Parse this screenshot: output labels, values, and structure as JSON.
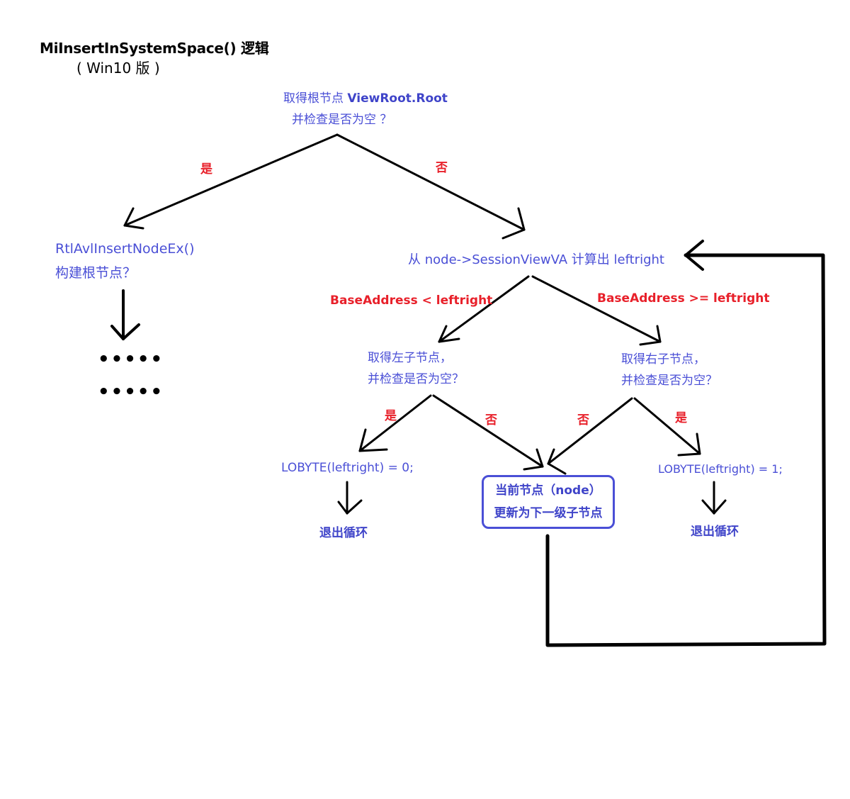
{
  "header": {
    "title": "MiInsertInSystemSpace() 逻辑",
    "subtitle": "( Win10 版 )"
  },
  "nodes": {
    "root_check": {
      "line1_prefix": "取得根节点 ",
      "line1_bold": "ViewRoot.Root",
      "line2": "并检查是否为空 ？"
    },
    "rtl_insert": {
      "line1": "RtlAvlInsertNodeEx()",
      "line2": "构建根节点？"
    },
    "ellipsis": [
      "•••••",
      "•••••"
    ],
    "compute_leftright": "从 node->SessionViewVA 计算出 leftright",
    "left_child": {
      "line1": "取得左子节点，",
      "line2": "并检查是否为空？"
    },
    "right_child": {
      "line1": "取得右子节点，",
      "line2": "并检查是否为空？"
    },
    "lobyte_0": "LOBYTE(leftright) = 0;",
    "lobyte_1": "LOBYTE(leftright) = 1;",
    "exit_loop_left": "退出循环",
    "exit_loop_right": "退出循环",
    "update_node": {
      "line1": "当前节点（node）",
      "line2": "更新为下一级子节点"
    }
  },
  "edge_labels": {
    "root_yes": "是",
    "root_no": "否",
    "base_lt": "BaseAddress < leftright",
    "base_ge": "BaseAddress >= leftright",
    "left_yes": "是",
    "left_no": "否",
    "right_no": "否",
    "right_yes": "是"
  },
  "colors": {
    "node_text": "#4a4fd6",
    "edge_label": "#e8202a",
    "arrow": "#000000"
  }
}
